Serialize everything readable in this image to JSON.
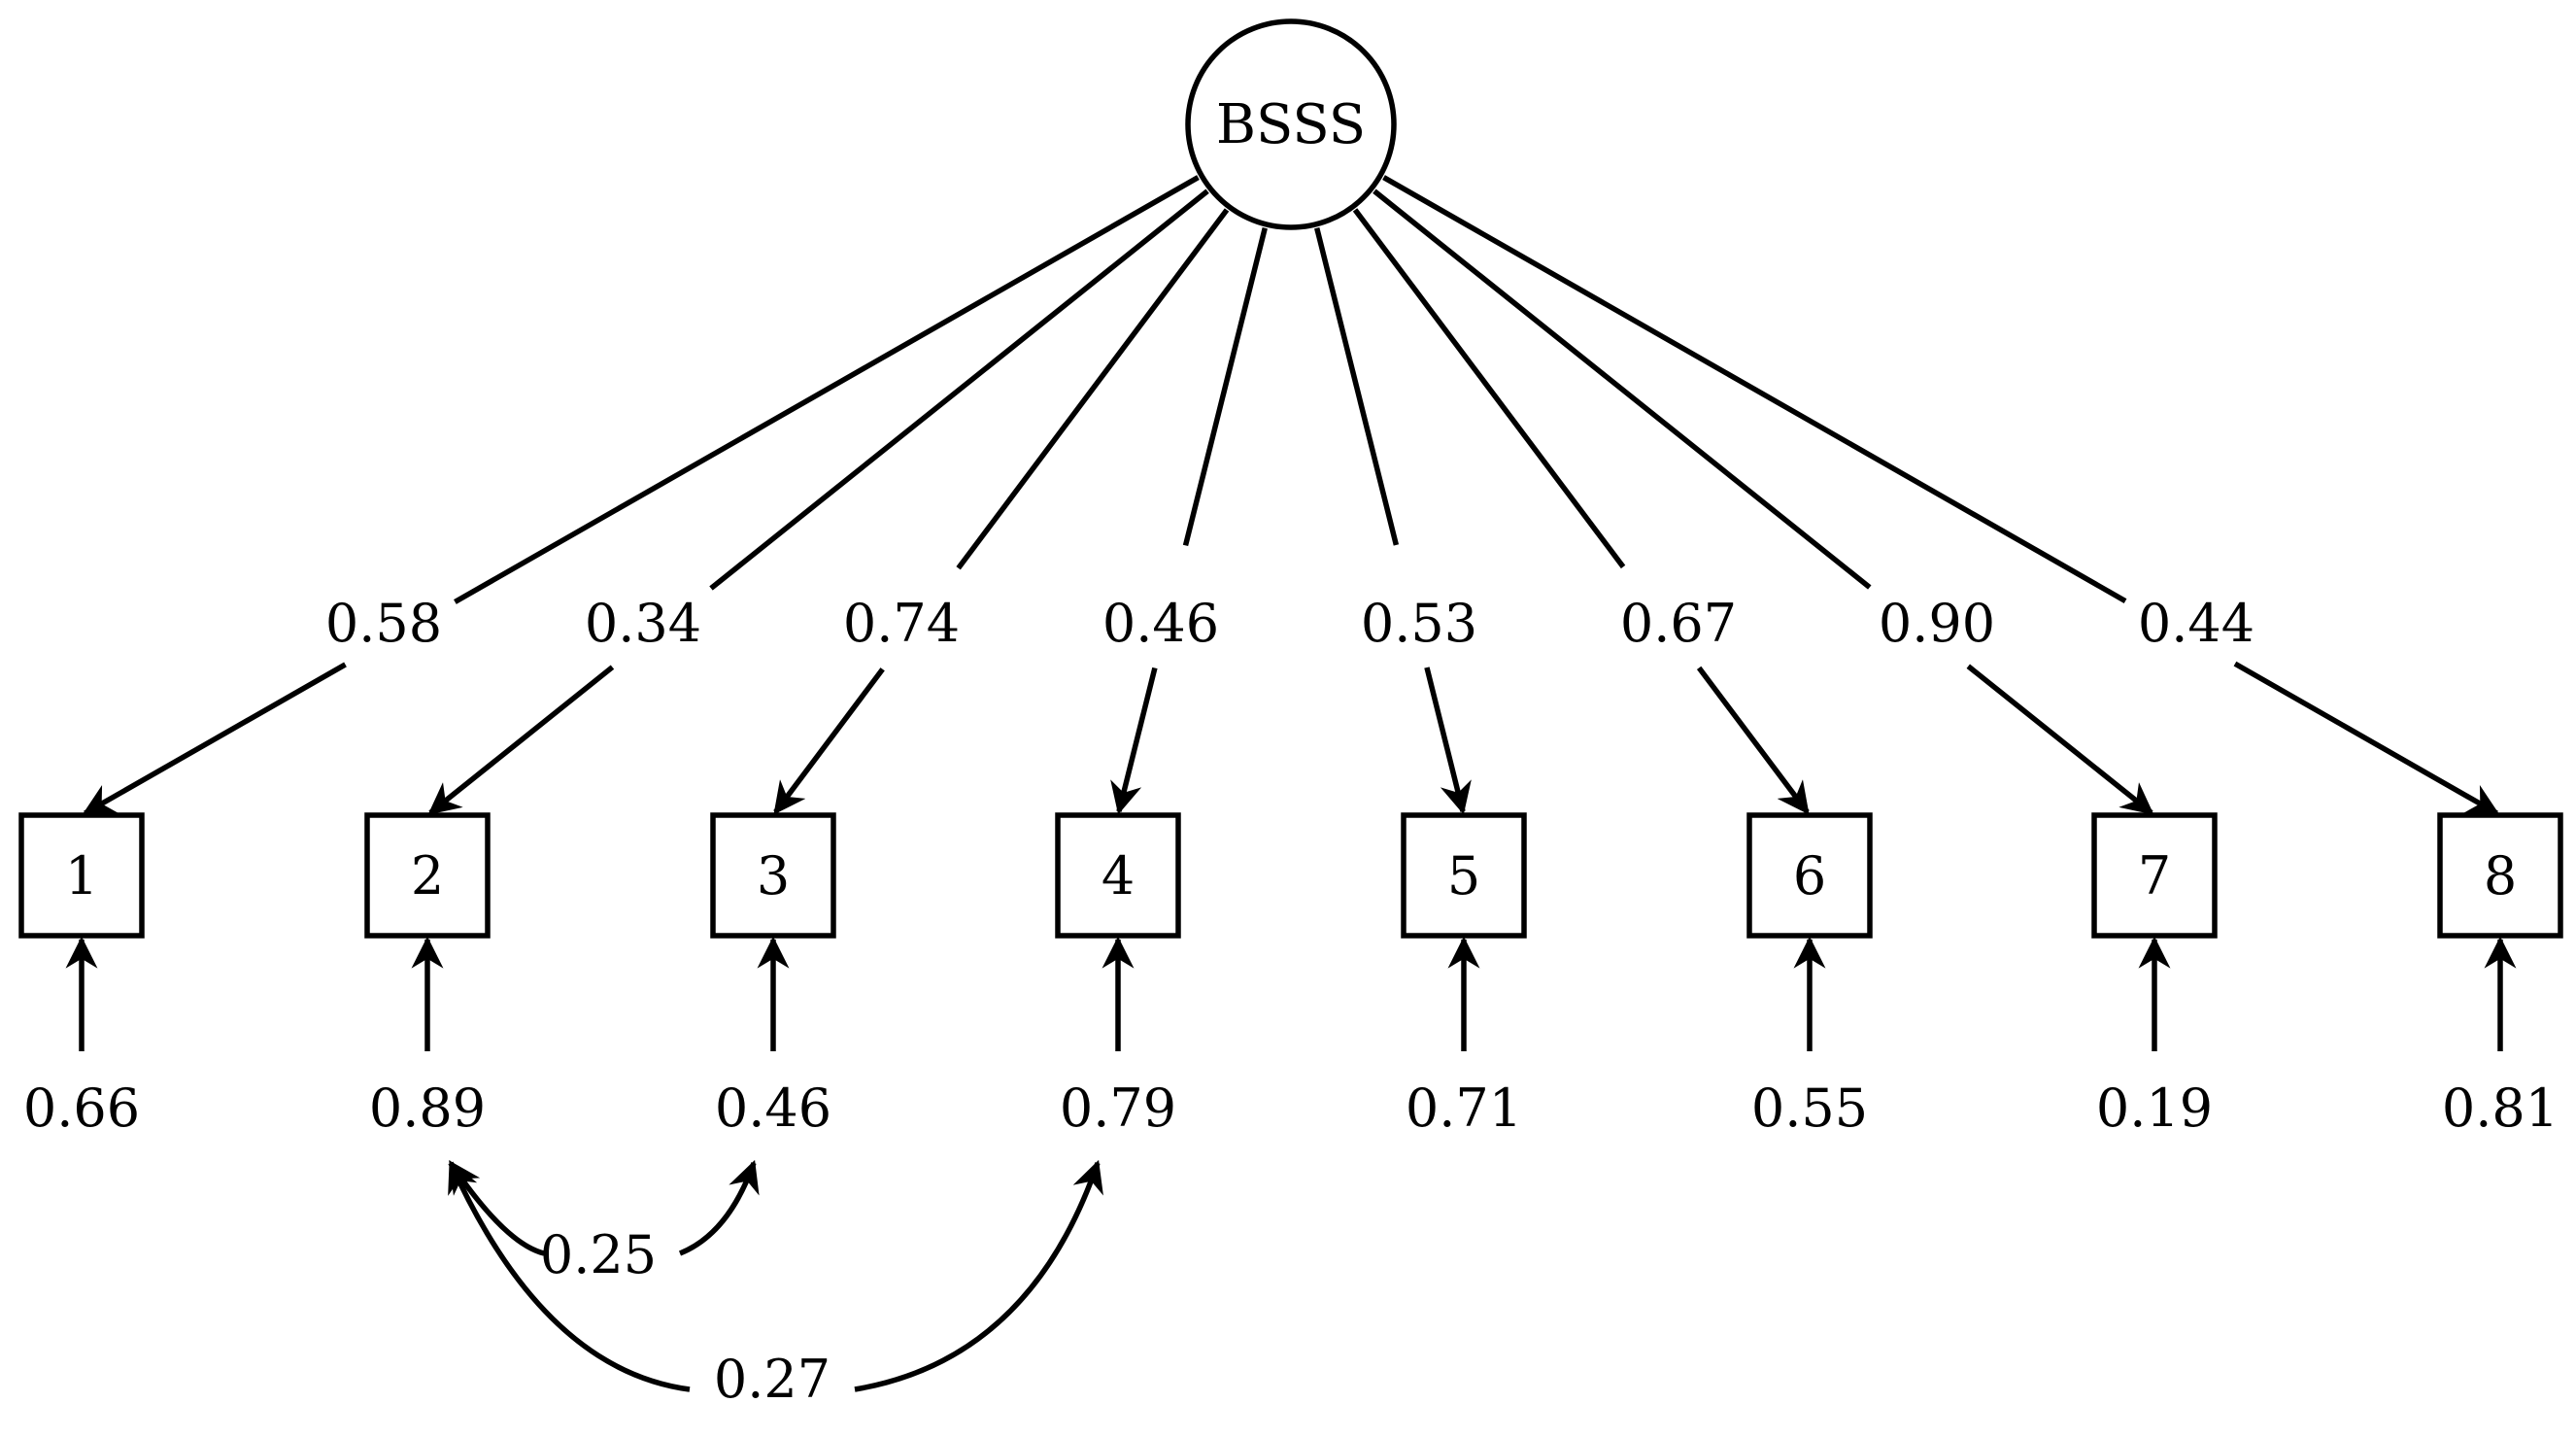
{
  "latent": {
    "label": "BSSS"
  },
  "indicators": [
    {
      "label": "1",
      "loading": "0.58",
      "error": "0.66"
    },
    {
      "label": "2",
      "loading": "0.34",
      "error": "0.89"
    },
    {
      "label": "3",
      "loading": "0.74",
      "error": "0.46"
    },
    {
      "label": "4",
      "loading": "0.46",
      "error": "0.79"
    },
    {
      "label": "5",
      "loading": "0.53",
      "error": "0.71"
    },
    {
      "label": "6",
      "loading": "0.67",
      "error": "0.55"
    },
    {
      "label": "7",
      "loading": "0.90",
      "error": "0.19"
    },
    {
      "label": "8",
      "loading": "0.44",
      "error": "0.81"
    }
  ],
  "covariances": [
    {
      "from": "2",
      "to": "3",
      "value": "0.25"
    },
    {
      "from": "2",
      "to": "4",
      "value": "0.27"
    }
  ]
}
